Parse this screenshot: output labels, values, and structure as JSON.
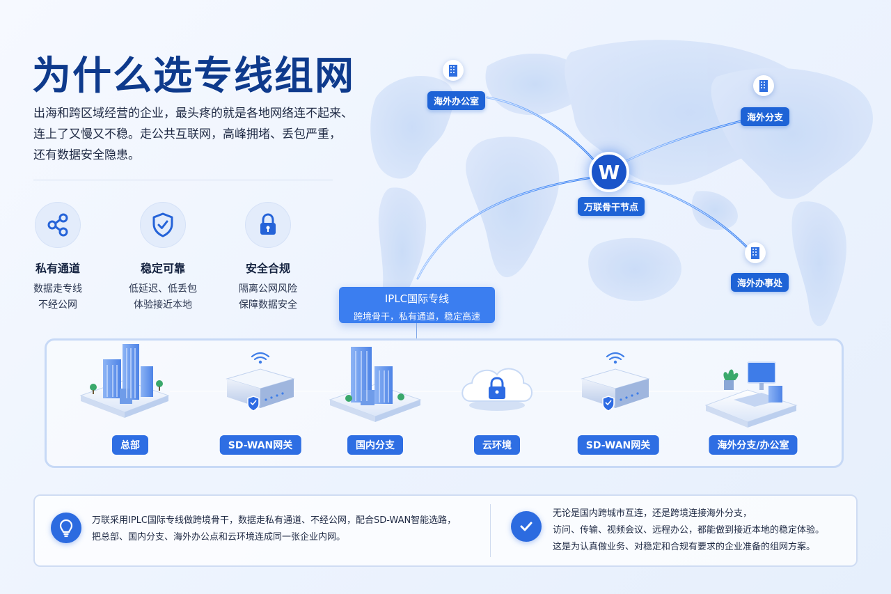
{
  "header": {
    "title": "为什么选专线组网",
    "intro_lines": [
      "出海和跨区域经营的企业，最头疼的就是各地网络连不起来、",
      "连上了又慢又不稳。走公共互联网，高峰拥堵、丢包严重，",
      "还有数据安全隐患。"
    ]
  },
  "features": [
    {
      "icon": "share-icon",
      "title": "私有通道",
      "desc": [
        "数据走专线",
        "不经公网"
      ]
    },
    {
      "icon": "shield-check-icon",
      "title": "稳定可靠",
      "desc": [
        "低延迟、低丢包",
        "体验接近本地"
      ]
    },
    {
      "icon": "lock-icon",
      "title": "安全合规",
      "desc": [
        "隔离公网风险",
        "保障数据安全"
      ]
    }
  ],
  "map": {
    "hub_letter": "W",
    "hub_label": "万联骨干节点",
    "locations": [
      "海外办公室",
      "海外分支",
      "海外办事处"
    ]
  },
  "iplc": {
    "title": "IPLC国际专线",
    "subtitle": "跨境骨干，私有通道，稳定高速"
  },
  "network": {
    "nodes": [
      "总部",
      "SD-WAN网关",
      "国内分支",
      "云环境",
      "SD-WAN网关",
      "海外分支/办公室"
    ]
  },
  "bottom": {
    "left_icon": "lightbulb-icon",
    "left_lines": [
      "万联采用IPLC国际专线做跨境骨干，数据走私有通道、不经公网，配合SD-WAN智能选路，",
      "把总部、国内分支、海外办公点和云环境连成同一张企业内网。"
    ],
    "right_icon": "check-circle-icon",
    "right_lines": [
      "无论是国内跨城市互连，还是跨境连接海外分支，",
      "访问、传输、视频会议、远程办公，都能做到接近本地的稳定体验。",
      "这是为认真做业务、对稳定和合规有要求的企业准备的组网方案。"
    ]
  },
  "colors": {
    "title": "#0e3a8c",
    "accent": "#2e6ee3",
    "hub": "#1a54c9"
  }
}
